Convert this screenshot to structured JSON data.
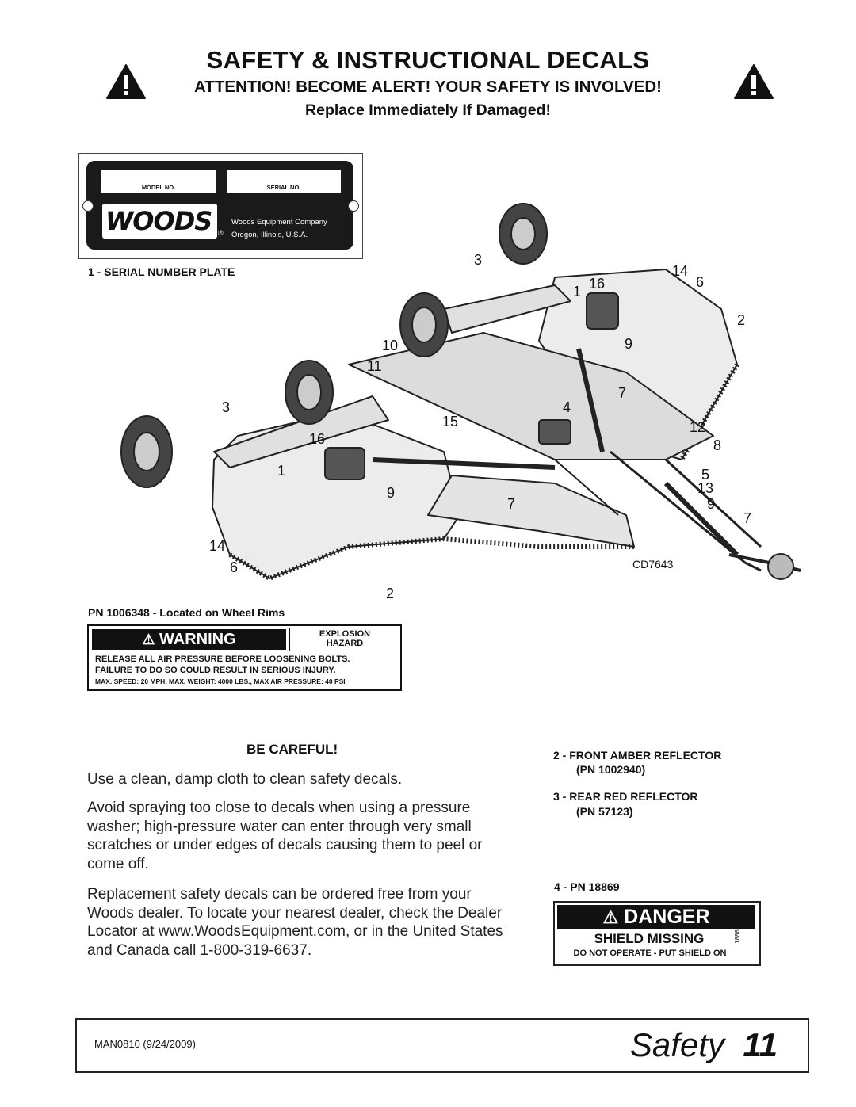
{
  "header": {
    "title": "SAFETY & INSTRUCTIONAL DECALS",
    "attention": "ATTENTION! BECOME ALERT! YOUR SAFETY IS INVOLVED!",
    "replace": "Replace Immediately If Damaged!"
  },
  "serial_plate": {
    "model_label": "MODEL NO.",
    "serial_label": "SERIAL NO.",
    "brand": "WOODS",
    "registered": "®",
    "company": "Woods Equipment Company",
    "location": "Oregon, Illinois, U.S.A.",
    "caption": "1  -  SERIAL NUMBER PLATE"
  },
  "diagram": {
    "callouts": [
      "3",
      "14",
      "6",
      "1",
      "16",
      "2",
      "10",
      "9",
      "11",
      "7",
      "3",
      "4",
      "15",
      "16",
      "12",
      "8",
      "1",
      "5",
      "9",
      "7",
      "13",
      "9",
      "7",
      "14",
      "6",
      "2"
    ],
    "figure_id": "CD7643"
  },
  "warning_decal": {
    "caption": "PN 1006348 - Located on Wheel Rims",
    "signal": "WARNING",
    "hazard_line1": "EXPLOSION",
    "hazard_line2": "HAZARD",
    "line1": "RELEASE ALL AIR PRESSURE BEFORE LOOSENING BOLTS.",
    "line2": "FAILURE TO DO SO COULD RESULT IN SERIOUS INJURY.",
    "line3": "MAX. SPEED: 20 MPH, MAX. WEIGHT: 4000 LBS., MAX AIR PRESSURE: 40 PSI"
  },
  "careful": {
    "heading": "BE CAREFUL!",
    "p1": "Use a clean, damp cloth to clean safety decals.",
    "p2": "Avoid spraying too close to decals when using a pressure washer; high-pressure water can enter through very small scratches or under edges of decals causing them to peel or come off.",
    "p3": "Replacement safety decals can be ordered free from your Woods dealer. To locate your nearest dealer, check the Dealer Locator at www.WoodsEquipment.com, or in the United States and Canada call 1-800-319-6637."
  },
  "reflectors": {
    "r2_line1": "2  -  FRONT AMBER REFLECTOR",
    "r2_line2": "(PN 1002940)",
    "r3_line1": "3  -  REAR RED REFLECTOR",
    "r3_line2": "(PN 57123)"
  },
  "danger_decal": {
    "caption": "4 - PN 18869",
    "signal": "DANGER",
    "line1": "SHIELD MISSING",
    "line2": "DO NOT OPERATE - PUT SHIELD ON",
    "code": "18869-B"
  },
  "footer": {
    "manual": "MAN0810 (9/24/2009)",
    "section": "Safety",
    "page": "11"
  }
}
